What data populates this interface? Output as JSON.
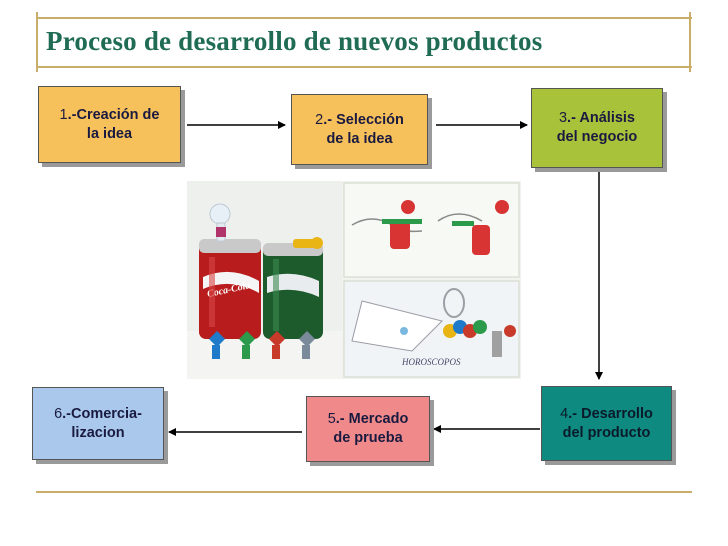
{
  "title": "Proceso de desarrollo de nuevos productos",
  "steps": [
    {
      "num": "1",
      "line1": ".-Creación de",
      "line2": "la idea",
      "color": "#f6c15a"
    },
    {
      "num": "2",
      "line1": ".- Selección",
      "line2": "de la idea",
      "color": "#f6c15a"
    },
    {
      "num": "3",
      "line1": ".- Análisis",
      "line2": "del negocio",
      "color": "#a8c23a"
    },
    {
      "num": "4",
      "line1": ".- Desarrollo",
      "line2": "del producto",
      "color": "#0f8a80"
    },
    {
      "num": "5",
      "line1": ".- Mercado",
      "line2": "de prueba",
      "color": "#f08a8a"
    },
    {
      "num": "6",
      "line1": ".-Comercia-",
      "line2": "lizacion",
      "color": "#a9c8ec"
    }
  ],
  "illustration": {
    "can_brand": "Coca-Cola",
    "sticker_text": "HOROSCOPOS",
    "key_colors": [
      "#1f7ac9",
      "#2b9a4a",
      "#c83a2a",
      "#7a8a9a"
    ]
  }
}
